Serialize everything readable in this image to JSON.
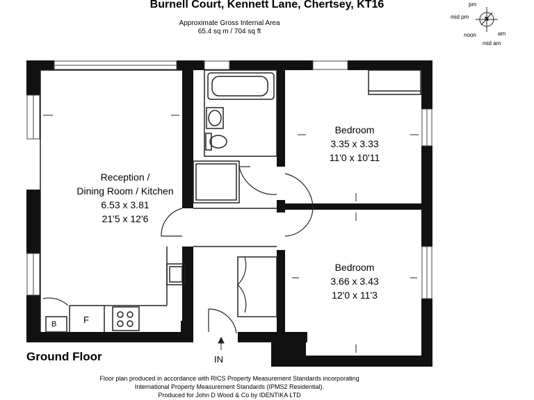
{
  "header": {
    "title": "Burnell Court, Kennett Lane, Chertsey, KT16",
    "area_label": "Approximate Gross Internal Area",
    "area_value": "65.4 sq m / 704 sq ft"
  },
  "rooms": [
    {
      "name_line1": "Reception /",
      "name_line2": "Dining Room / Kitchen",
      "metric": "6.53 x 3.81",
      "imperial": "21'5 x 12'6"
    },
    {
      "name_line1": "Bedroom",
      "metric": "3.35 x 3.33",
      "imperial": "11'0 x 10'11"
    },
    {
      "name_line1": "Bedroom",
      "metric": "3.66 x 3.43",
      "imperial": "12'0 x 11'3"
    }
  ],
  "fixtures": {
    "boiler": "B",
    "fridge": "F"
  },
  "floor_label": "Ground Floor",
  "entrance_label": "IN",
  "compass": {
    "pm": "pm",
    "mid_pm": "mid pm",
    "noon": "noon",
    "am": "am",
    "mid_am": "mid am",
    "north": "N"
  },
  "footer": {
    "line1": "Floor plan produced in accordance with RICS Property Measurement Standards incorporating",
    "line2": "International Property Measurement Standards (IPMS2 Residential).",
    "line3": "Produced for John D Wood & Co by IDENTIKA LTD"
  }
}
